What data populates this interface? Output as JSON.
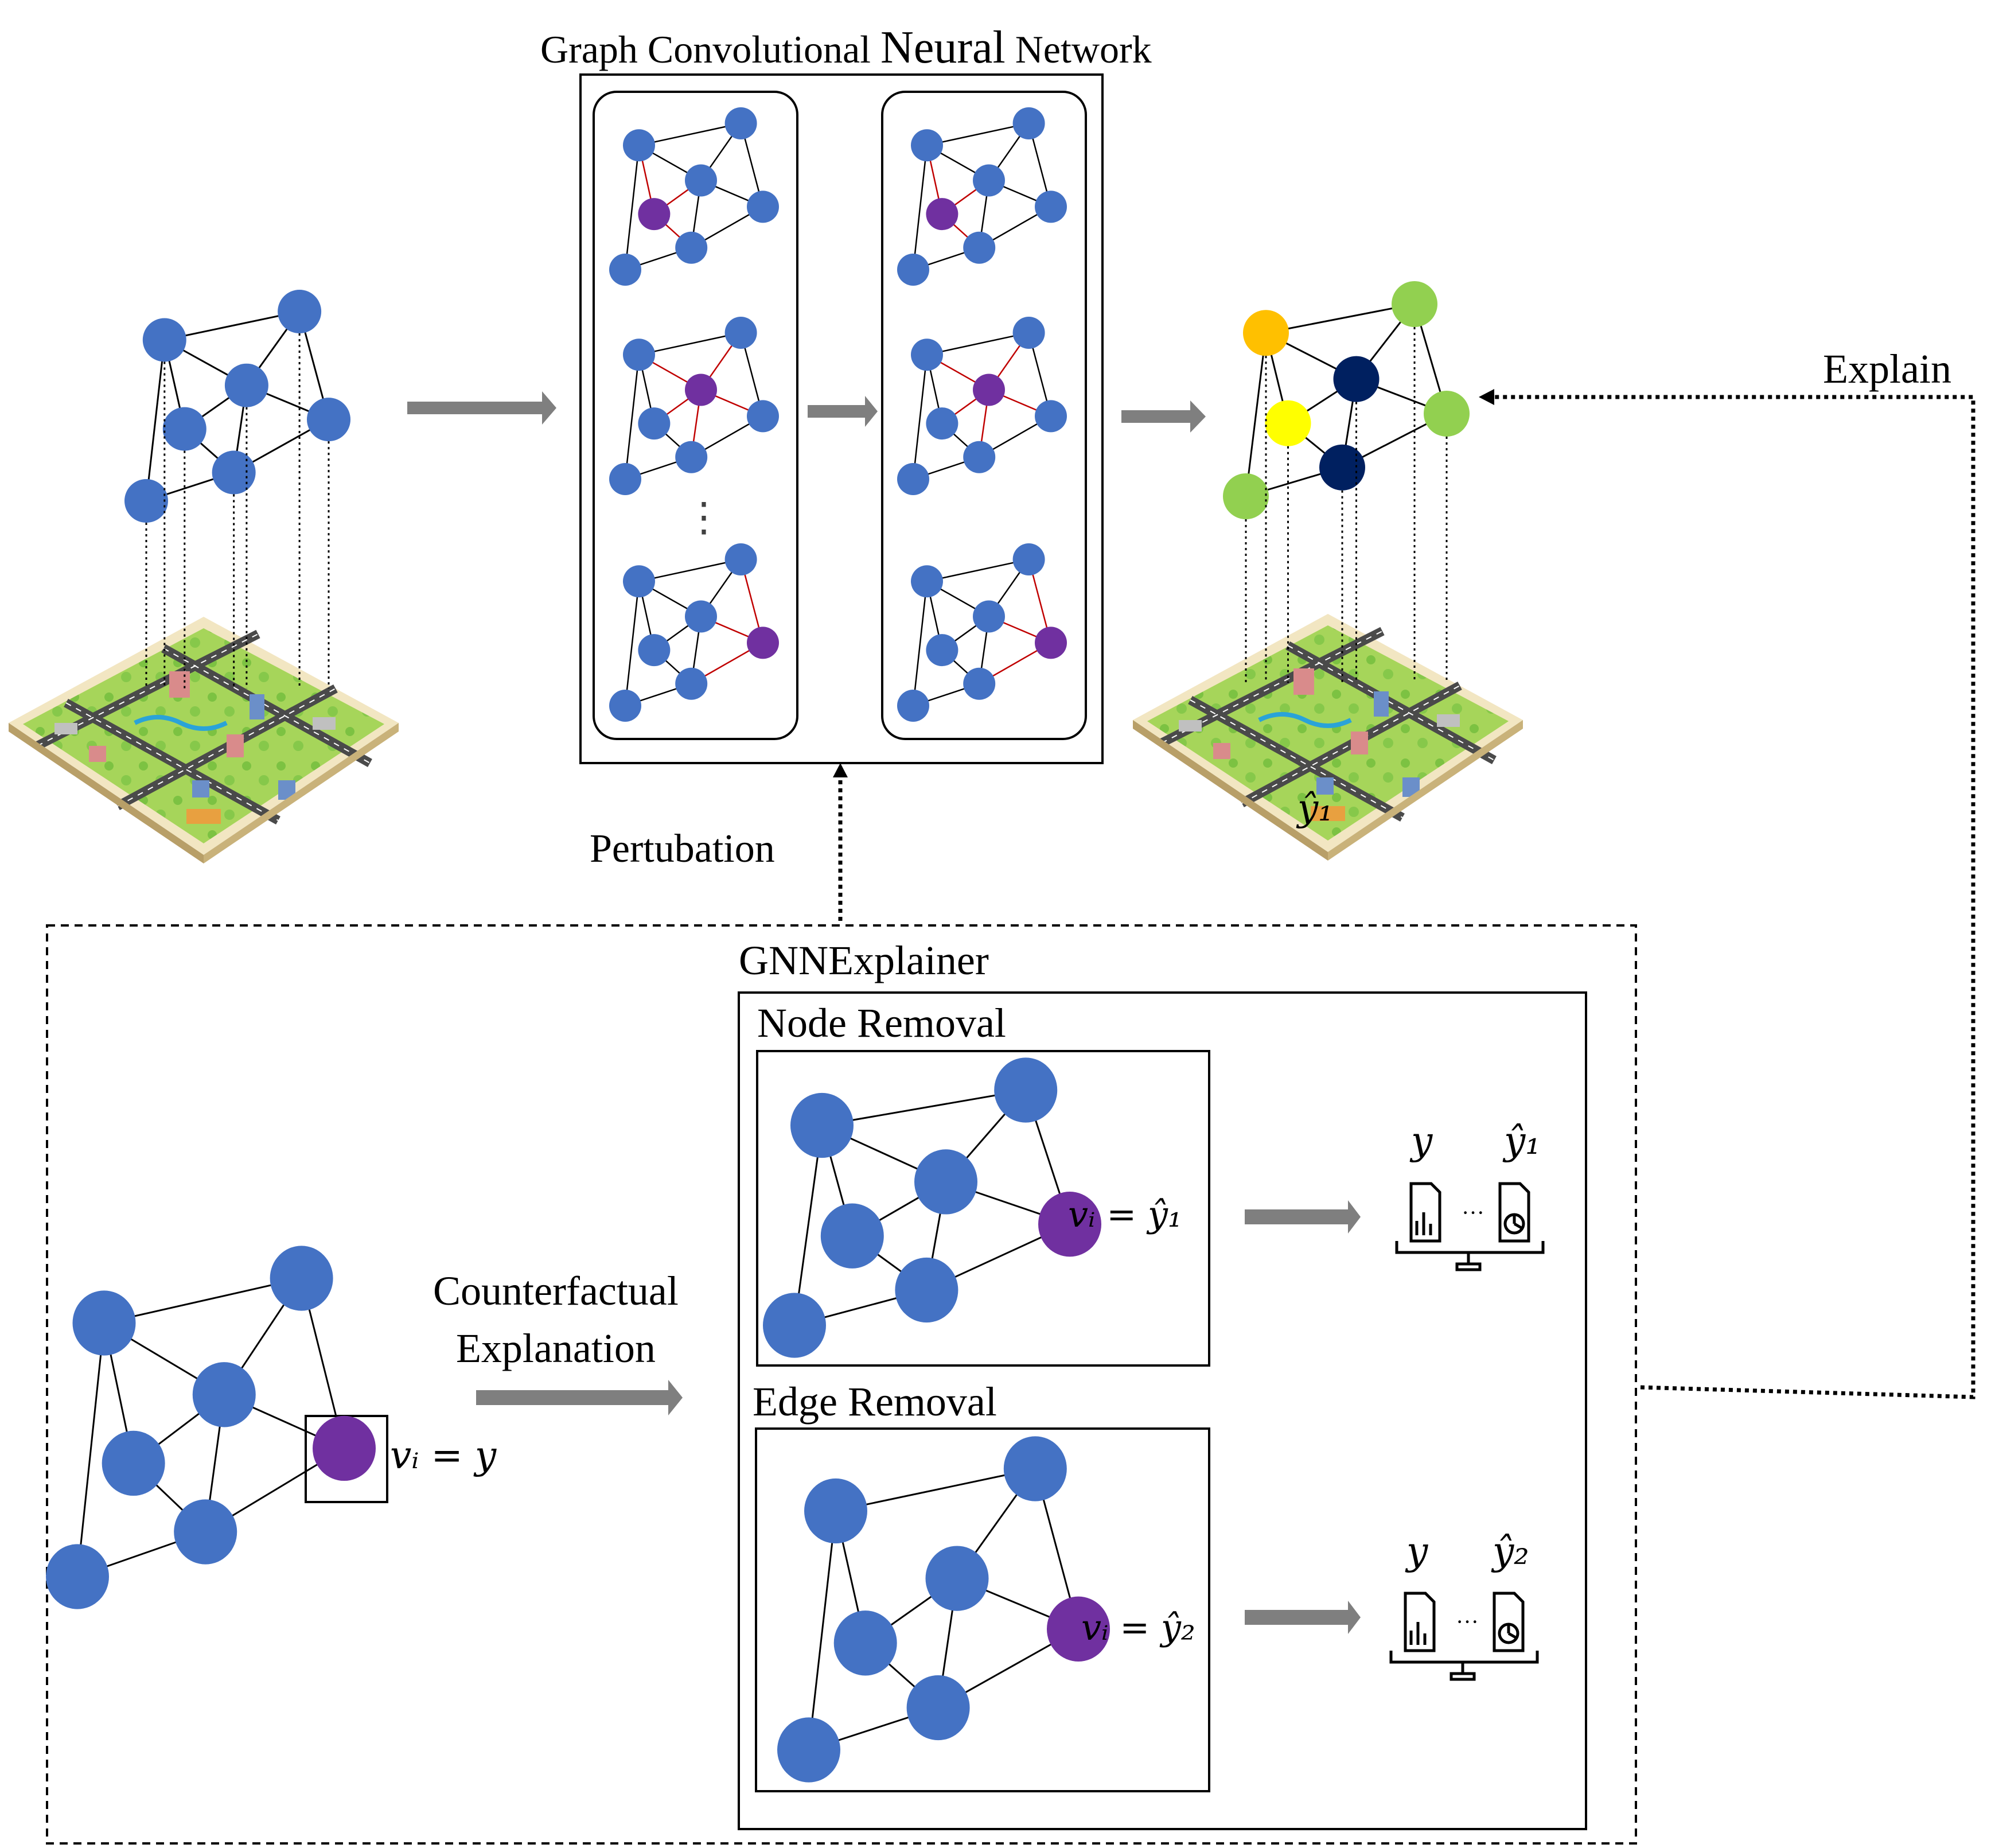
{
  "gcn": {
    "title_pre": "Graph Convolutional ",
    "title_mid": "Neural",
    "title_post": " Network",
    "ellipsis": "⋮"
  },
  "labels": {
    "perturbation": "Pertubation",
    "explain": "Explain",
    "gnnexplainer": "GNNExplainer",
    "node_removal": "Node Removal",
    "edge_removal": "Edge Removal",
    "counterfactual_1": "Counterfactual",
    "counterfactual_2": "Explanation"
  },
  "math": {
    "output_pred": "ŷ₁",
    "vi_y": "vᵢ = y",
    "vi_y1": "vᵢ = ŷ₁",
    "vi_y2": "vᵢ = ŷ₂",
    "y": "y",
    "yhat1": "ŷ₁",
    "yhat2": "ŷ₂",
    "dots": "···"
  },
  "colors": {
    "node_blue": "#4472c4",
    "node_purple": "#7030a0",
    "node_orange": "#ffc000",
    "node_yellow": "#ffff00",
    "node_green": "#92d050",
    "node_navy": "#002060",
    "arrow_gray": "#7f7f7f",
    "red_edge": "#c00000",
    "city_grass": "#a6d55a",
    "city_road": "#4a4a4a"
  },
  "icons": [
    "city-map-icon",
    "report-compare-icon",
    "scale-balance-icon",
    "bar-chart-doc-icon",
    "pie-chart-doc-icon"
  ]
}
